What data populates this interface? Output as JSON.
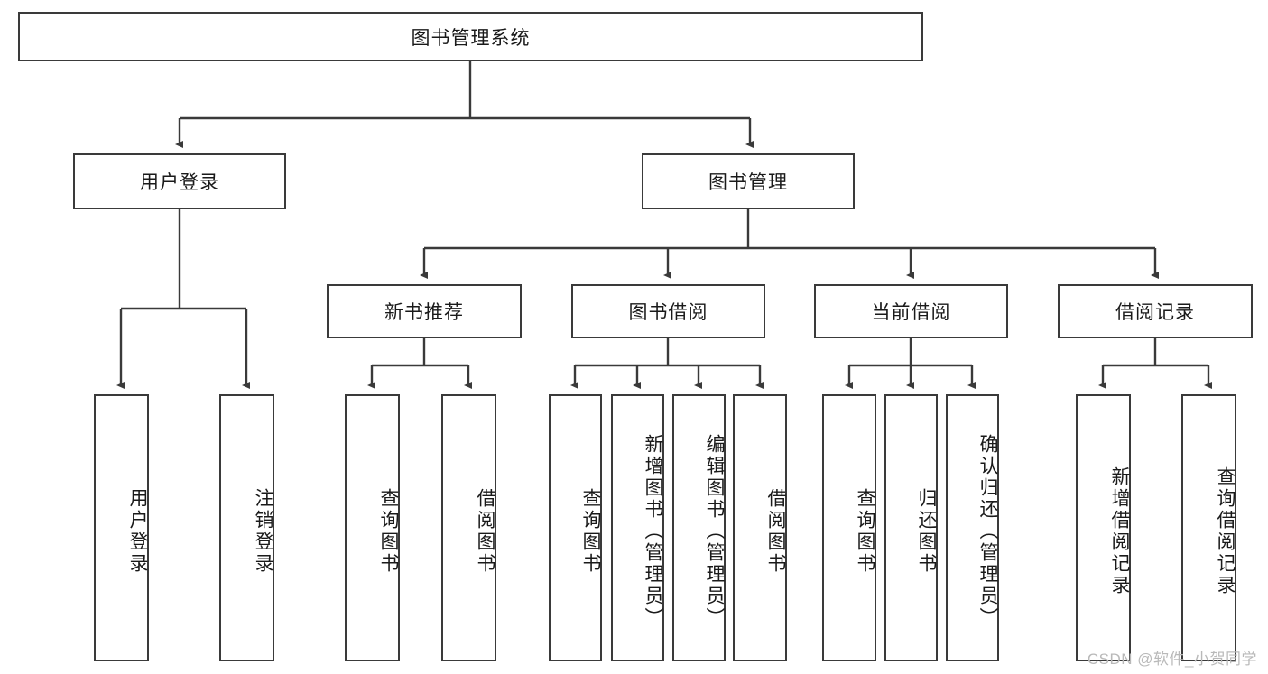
{
  "diagram": {
    "type": "tree",
    "title": "图书管理系统",
    "watermark": "CSDN @软件_小贺同学",
    "colors": {
      "box_border": "#3a3a3a",
      "box_fill": "#ffffff",
      "line": "#3a3a3a",
      "text": "#1a1a1a",
      "watermark": "#b9b9b9",
      "background": "#ffffff"
    },
    "root": {
      "id": "root",
      "label": "图书管理系统"
    },
    "level1": [
      {
        "id": "user-login",
        "label": "用户登录"
      },
      {
        "id": "book-manage",
        "label": "图书管理"
      }
    ],
    "level2": [
      {
        "id": "new-book-recommend",
        "label": "新书推荐",
        "parent": "book-manage"
      },
      {
        "id": "book-borrow",
        "label": "图书借阅",
        "parent": "book-manage"
      },
      {
        "id": "current-borrow",
        "label": "当前借阅",
        "parent": "book-manage"
      },
      {
        "id": "borrow-record",
        "label": "借阅记录",
        "parent": "book-manage"
      }
    ],
    "leaves": [
      {
        "id": "leaf-user-login",
        "label": "用户登录",
        "parent": "user-login"
      },
      {
        "id": "leaf-logout-login",
        "label": "注销登录",
        "parent": "user-login"
      },
      {
        "id": "leaf-query-book-1",
        "label": "查询图书",
        "parent": "new-book-recommend"
      },
      {
        "id": "leaf-borrow-book-1",
        "label": "借阅图书",
        "parent": "new-book-recommend"
      },
      {
        "id": "leaf-query-book-2",
        "label": "查询图书",
        "parent": "book-borrow"
      },
      {
        "id": "leaf-add-book",
        "label": "新增图书（管理员）",
        "parent": "book-borrow"
      },
      {
        "id": "leaf-edit-book",
        "label": "编辑图书（管理员）",
        "parent": "book-borrow"
      },
      {
        "id": "leaf-borrow-book-2",
        "label": "借阅图书",
        "parent": "book-borrow"
      },
      {
        "id": "leaf-query-book-3",
        "label": "查询图书",
        "parent": "current-borrow"
      },
      {
        "id": "leaf-return-book",
        "label": "归还图书",
        "parent": "current-borrow"
      },
      {
        "id": "leaf-confirm-return",
        "label": "确认归还（管理员）",
        "parent": "current-borrow"
      },
      {
        "id": "leaf-add-record",
        "label": "新增借阅记录",
        "parent": "borrow-record"
      },
      {
        "id": "leaf-query-record",
        "label": "查询借阅记录",
        "parent": "borrow-record"
      }
    ]
  }
}
